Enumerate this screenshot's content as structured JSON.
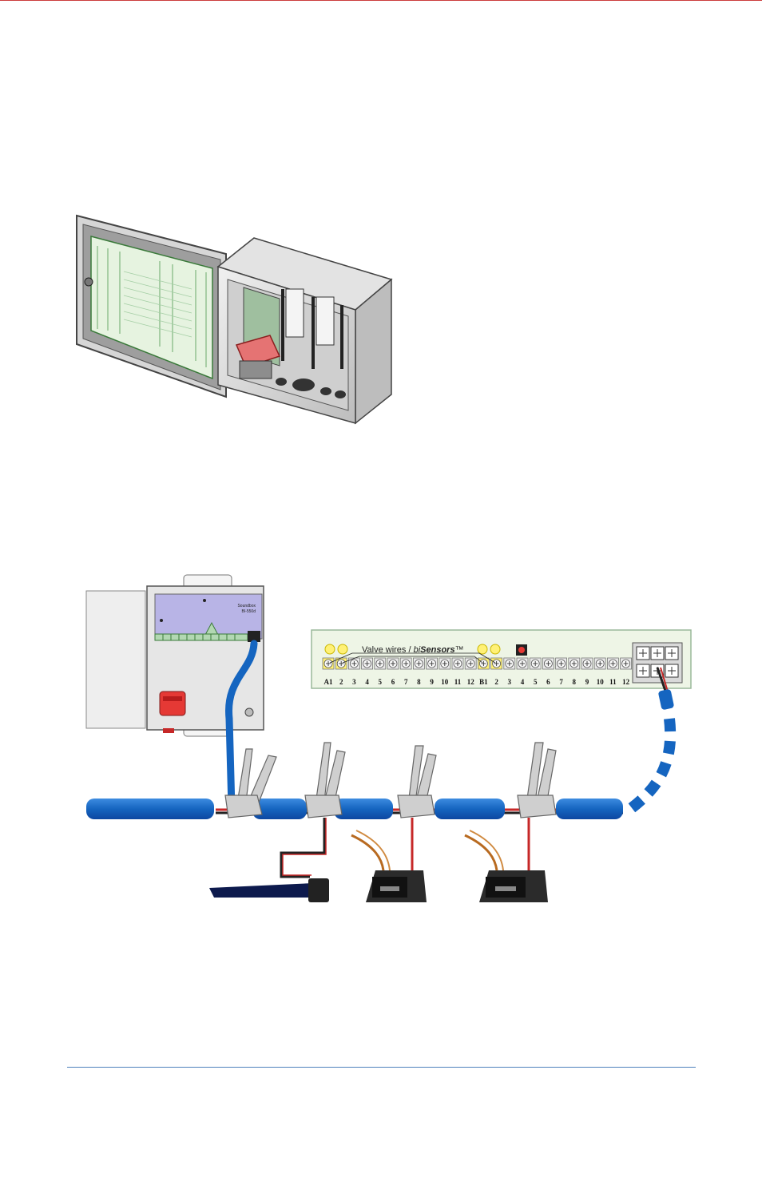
{
  "colors": {
    "cable_blue": "#1565c0",
    "wire_red": "#c62828",
    "panel_green": "#eef5e6",
    "box_grey": "#d9d9d9",
    "lilac": "#b8b4e6",
    "sensor_yellow": "#fff176",
    "footer_rule": "#4f81bd"
  },
  "terminal_strip": {
    "heading_prefix": "Valve wires / ",
    "heading_bi": "bi",
    "heading_sensors": "Sensors",
    "heading_tm": "™",
    "bank_a_labels": [
      "A1",
      "2",
      "3",
      "4",
      "5",
      "6",
      "7",
      "8",
      "9",
      "10",
      "11",
      "12"
    ],
    "bank_b_labels": [
      "B1",
      "2",
      "3",
      "4",
      "5",
      "6",
      "7",
      "8",
      "9",
      "10",
      "11",
      "12"
    ]
  },
  "controller": {
    "brand_line1": "Soundbox",
    "brand_line2": "BI-550d"
  }
}
